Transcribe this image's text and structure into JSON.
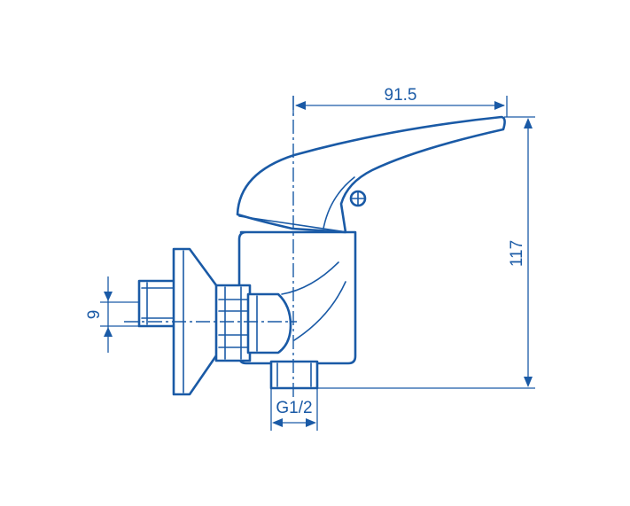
{
  "colors": {
    "line": "#1a5aa6",
    "background": "#ffffff"
  },
  "dimensions": {
    "width": "91.5",
    "height": "117",
    "inlet": "9",
    "outlet": "G1/2"
  }
}
